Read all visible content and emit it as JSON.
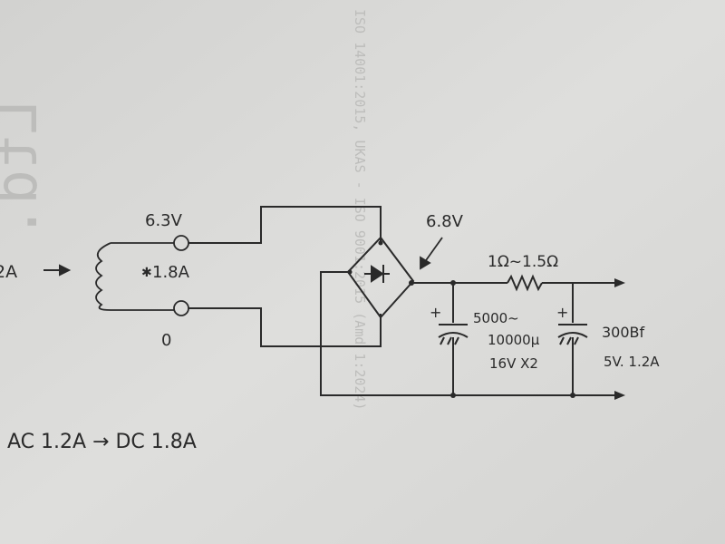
{
  "labels": {
    "primary_current": "2A",
    "secondary_voltage": "6.3V",
    "secondary_current": "1.8A",
    "zero_tap": "0",
    "bridge_voltage": "6.8V",
    "resistor": "1Ω~1.5Ω",
    "cap1_value": "5000~",
    "cap1_value2": "10000μ",
    "cap1_rating": "16V X2",
    "cap2_value": "300Bf",
    "cap2_rating": "5V. 1.2A",
    "plus_sign": "+",
    "conversion": "AC 1.2A → DC 1.8A"
  },
  "bleed_through": {
    "side_text": "ISO 14001:2015, UKAS - ISO 9001:2015 (Amd 1:2024)",
    "top_text": "Ltd."
  },
  "colors": {
    "paper": "#d9d9d7",
    "ink": "#2a2a2a",
    "bleed": "#bdbdbb"
  }
}
